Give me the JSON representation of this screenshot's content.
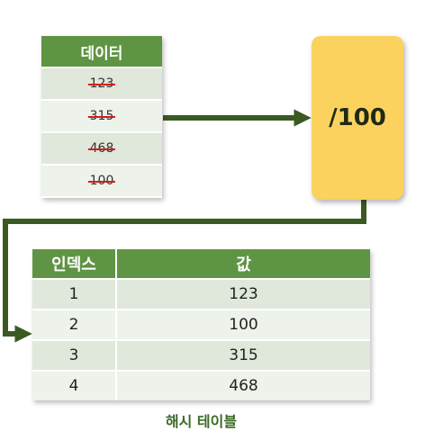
{
  "input_table": {
    "header": "데이터",
    "items": [
      "123",
      "315",
      "468",
      "100"
    ]
  },
  "hash_function": {
    "label": "/100"
  },
  "hash_table": {
    "headers": [
      "인덱스",
      "값"
    ],
    "rows": [
      {
        "index": "1",
        "value": "123"
      },
      {
        "index": "2",
        "value": "100"
      },
      {
        "index": "3",
        "value": "315"
      },
      {
        "index": "4",
        "value": "468"
      }
    ],
    "caption": "해시 테이블"
  },
  "colors": {
    "header_green": "#5f9444",
    "arrow": "#3a5a22",
    "hash_box": "#fbd25e",
    "strike": "#d0201c"
  }
}
